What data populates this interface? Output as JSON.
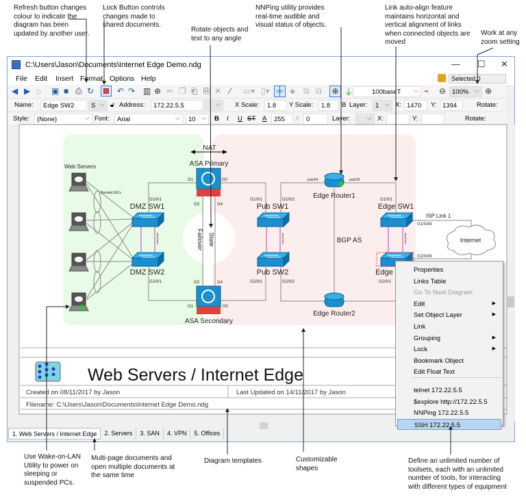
{
  "annotations": {
    "refresh": "Refresh button changes colour to indicate the diagram has been updated by another user.",
    "lock": "Lock Button controls changes made to shared documents.",
    "rotate": "Rotate objects and text to any angle",
    "nnping": "NNPing utility provides real-time audible and visual status of objects.",
    "autoalign": "Link auto-align feature maintains horizontal and vertical alignment of links when connected objects are moved",
    "zoom": "Work at any zoom setting",
    "wol": "Use Wake-on-LAN Utility to power on sleeping or suspended PCs.",
    "multipage": "Multi-page documents and open multiple documents at the same time",
    "templates": "Diagram templates",
    "shapes": "Customizable shapes",
    "toolsets": "Define an unlimited number of toolsets, each with an unlimited number of tools, for interacting with different types of equipment"
  },
  "window": {
    "title": "C:\\Users\\Jason\\Documents\\Internet Edge Demo.ndg"
  },
  "menu": [
    "File",
    "Edit",
    "Insert",
    "Format",
    "Options",
    "Help"
  ],
  "toolbar1": {
    "link_style": "100baseT",
    "zoom": "100%",
    "selected": "Selected 0"
  },
  "toolbar2": {
    "name_label": "Name:",
    "name": "Edge SW2",
    "shape": "S",
    "address_label": "Address:",
    "address": "172.22.5.5",
    "xscale_label": "X Scale:",
    "xscale": "1.8",
    "yscale_label": "Y Scale:",
    "yscale": "1.8",
    "b": "B",
    "layer_label": "Layer:",
    "layer": "1",
    "x_label": "X:",
    "x": "1470",
    "y_label": "Y:",
    "y": "1394",
    "rotate_label": "Rotate:"
  },
  "toolbar3": {
    "style_label": "Style:",
    "style": "(None)",
    "font_label": "Font:",
    "font": "Arial",
    "size": "10",
    "bold": "B",
    "italic": "I",
    "underline": "U",
    "strike": "ST",
    "fg": "A",
    "fg_val": "255",
    "bg": "A",
    "bg_val": "0",
    "layer_label": "Layer:",
    "x_label": "X:",
    "y_label": "Y:",
    "rotate_label": "Rotate:"
  },
  "diagram": {
    "web_servers": "Web Servers",
    "bonded": "Bonded NICs",
    "nat": "NAT",
    "asa_primary": "ASA Primary",
    "asa_secondary": "ASA Secondary",
    "failover": "Failover",
    "state": "State",
    "dmz_sw1": "DMZ SW1",
    "dmz_sw2": "DMZ SW2",
    "pub_sw1": "Pub SW1",
    "pub_sw2": "Pub SW2",
    "edge_router1": "Edge Router1",
    "edge_router2": "Edge Router2",
    "edge_sw1": "Edge SW1",
    "edge_sw2": "Edge",
    "bgp": "BGP AS",
    "isp": "ISP Link 1",
    "internet": "Internet",
    "stackwise": "stackwise",
    "ports": {
      "g0": "G0",
      "g1": "G1",
      "g3": "G3",
      "g4": "G4",
      "g101": "G1/0/1",
      "g102": "G1/0/2",
      "g201": "G2/0/1",
      "g202": "G2/0/2",
      "pub24": "pub/24",
      "pub29": "pub/29",
      "g1049": "G1/0/49",
      "g2049": "G2/0/49"
    },
    "colors": {
      "dmz_zone": "#e8fbe6",
      "public_zone": "#fdeeee",
      "link": "#888888",
      "stack": "#cc33cc",
      "device": "#1a8fd0"
    }
  },
  "title_block": {
    "title": "Web Servers / Internet Edge",
    "created": "Created on 08/11/2017 by Jason",
    "updated": "Last Updated on 14/11/2017 by Jason",
    "filename": "Filename: C:\\Users\\Jason\\Documents\\Internet Edge Demo.ndg"
  },
  "context_menu": [
    {
      "label": "Properties"
    },
    {
      "label": "Links Table"
    },
    {
      "label": "Go To Next Diagram",
      "disabled": true
    },
    {
      "label": "Edit",
      "submenu": true
    },
    {
      "label": "Set Object Layer",
      "submenu": true
    },
    {
      "label": "Link"
    },
    {
      "label": "Grouping",
      "submenu": true
    },
    {
      "label": "Lock",
      "submenu": true
    },
    {
      "label": "Bookmark Object"
    },
    {
      "label": "Edit Float Text"
    },
    {
      "label": "telnet 172.22.5.5"
    },
    {
      "label": "$explore http://172.22.5.5"
    },
    {
      "label": "NNPing 172.22.5.5"
    },
    {
      "label": "SSH 172.22.5.5",
      "highlighted": true
    }
  ],
  "tabs": [
    "1. Web Servers / Internet Edge",
    "2. Servers",
    "3. SAN",
    "4. VPN",
    "5. Offices"
  ]
}
